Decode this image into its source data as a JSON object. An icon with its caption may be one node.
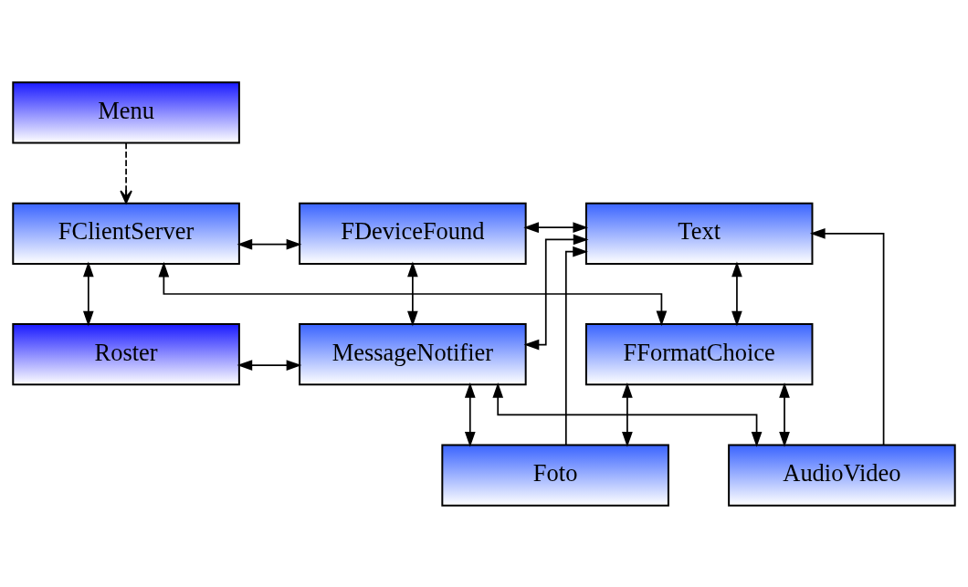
{
  "diagram": {
    "nodes": [
      {
        "text": [
          "Menu"
        ]
      },
      {
        "text": [
          "FClientServer"
        ]
      },
      {
        "text": [
          "FDeviceFound"
        ]
      },
      {
        "text": [
          "Text"
        ]
      },
      {
        "text": [
          "Roster"
        ]
      },
      {
        "text": [
          "MessageNotifier"
        ]
      },
      {
        "text": [
          "FFormatChoice"
        ]
      },
      {
        "text": [
          "Foto"
        ]
      },
      {
        "text": [
          "AudioVideo"
        ]
      }
    ],
    "edges": [
      {
        "from": 0,
        "to": 1,
        "arrow": "to",
        "style": "dashed"
      },
      {
        "from": 1,
        "to": 2,
        "arrow": "both"
      },
      {
        "from": 2,
        "to": 3,
        "arrow": "both"
      },
      {
        "from": 1,
        "to": 4,
        "arrow": "both"
      },
      {
        "from": 4,
        "to": 5,
        "arrow": "both"
      },
      {
        "from": 2,
        "to": 5,
        "arrow": "both"
      },
      {
        "from": 5,
        "to": 3,
        "arrow": "both"
      },
      {
        "from": 3,
        "to": 6,
        "arrow": "both"
      },
      {
        "from": 1,
        "to": 6,
        "arrow": "both"
      },
      {
        "from": 5,
        "to": 7,
        "arrow": "both"
      },
      {
        "from": 5,
        "to": 8,
        "arrow": "both"
      },
      {
        "from": 6,
        "to": 7,
        "arrow": "both"
      },
      {
        "from": 6,
        "to": 8,
        "arrow": "both"
      },
      {
        "from": 8,
        "to": 3,
        "arrow": "to"
      },
      {
        "from": 7,
        "to": 3,
        "arrow": "to"
      }
    ]
  }
}
